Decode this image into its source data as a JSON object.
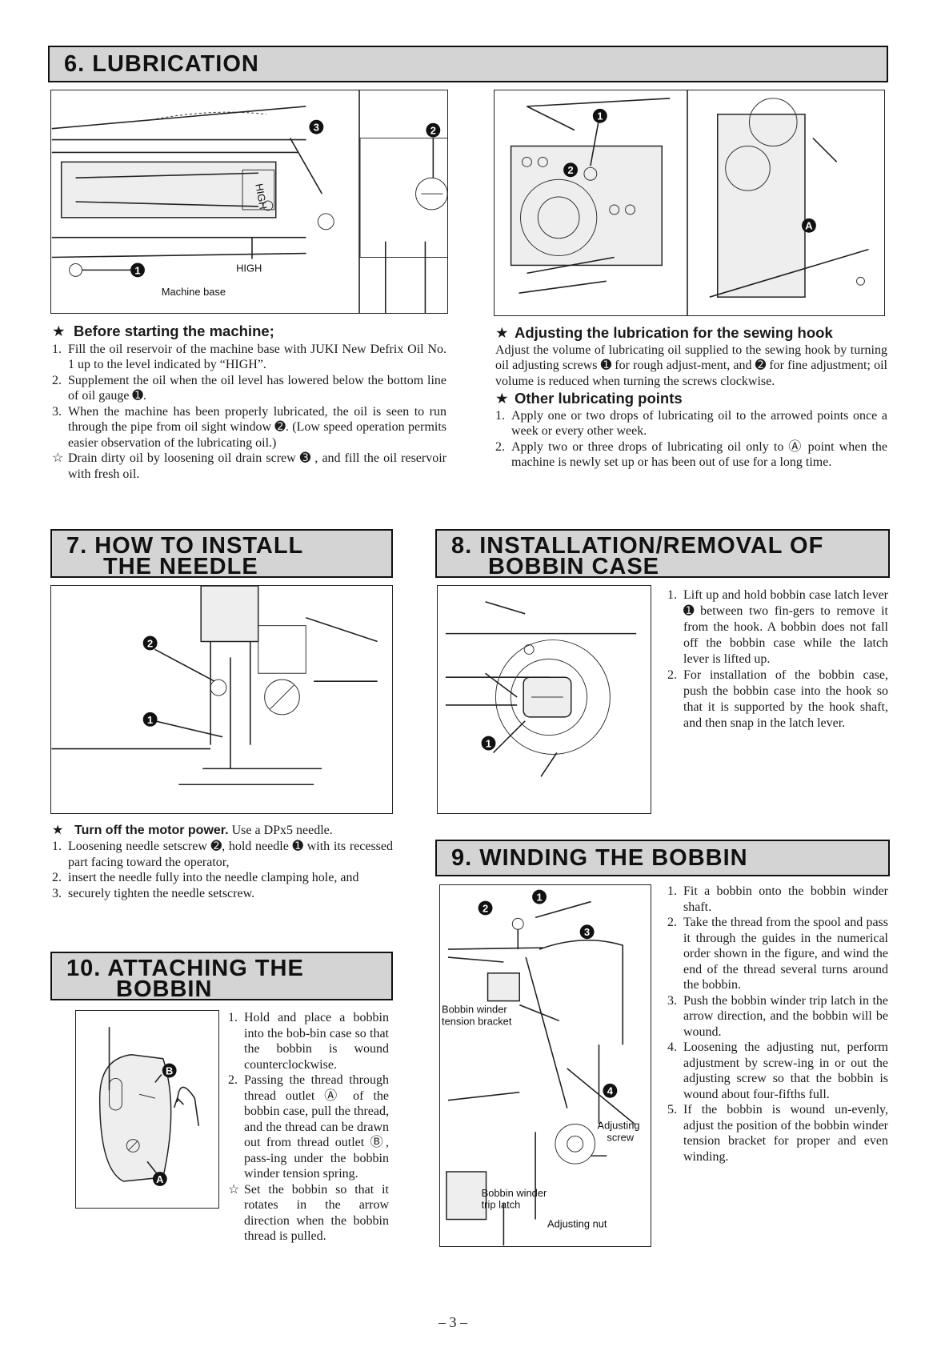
{
  "s6": {
    "title": "6. LUBRICATION",
    "fig_labels": {
      "high": "HIGH",
      "machine_base": "Machine base"
    },
    "before": {
      "heading": "Before starting the machine;",
      "items": [
        {
          "n": "1.",
          "text": "Fill the oil reservoir of the machine base with JUKI New Defrix Oil No. 1 up to the level indicated by “HIGH”."
        },
        {
          "n": "2.",
          "text": "Supplement the oil when the oil level has lowered below the bottom line of oil gauge ➊."
        },
        {
          "n": "3.",
          "text": "When the machine has been properly lubricated, the oil is seen to run through the pipe from oil sight window ➋. (Low speed operation permits easier observation of the lubricating oil.)"
        },
        {
          "n": "☆",
          "text": "Drain dirty oil by loosening oil drain screw ➌ , and fill the oil reservoir with fresh oil."
        }
      ]
    },
    "hook": {
      "heading": "Adjusting the lubrication for the sewing hook",
      "text": "Adjust the volume of lubricating oil supplied to the sewing hook by turning oil adjusting screws ➊ for rough adjust-ment, and ➋ for fine adjustment; oil volume is reduced when turning the screws clockwise."
    },
    "other": {
      "heading": "Other lubricating points",
      "items": [
        {
          "n": "1.",
          "text": "Apply one or two drops of lubricating oil to the arrowed points once a week or every other week."
        },
        {
          "n": "2.",
          "text": "Apply two or three drops of lubricating oil only to Ⓐ point when the machine is newly set up or has been out of use for a long time."
        }
      ]
    }
  },
  "s7": {
    "title_line1": "7. HOW TO INSTALL",
    "title_line2": "THE NEEDLE",
    "heading": "Turn off the motor power.",
    "heading_rest": "Use a DPx5 needle.",
    "items": [
      {
        "n": "1.",
        "text": "Loosening needle setscrew ➋, hold needle ➊ with its recessed part facing toward the operator,"
      },
      {
        "n": "2.",
        "text": "insert the needle fully into the needle clamping hole, and"
      },
      {
        "n": "3.",
        "text": "securely tighten the needle setscrew."
      }
    ]
  },
  "s8": {
    "title_line1": "8. INSTALLATION/REMOVAL OF",
    "title_line2": "BOBBIN CASE",
    "items": [
      {
        "n": "1.",
        "text": "Lift up and hold bobbin case latch lever ➊ between two fin-gers to remove it from the hook. A bobbin does not fall off the bobbin case while the latch lever is lifted up."
      },
      {
        "n": "2.",
        "text": "For installation of the bobbin case, push the bobbin case into the hook so that it is supported by the hook shaft, and then snap in the latch lever."
      }
    ]
  },
  "s9": {
    "title": "9. WINDING THE BOBBIN",
    "fig_labels": {
      "tension_bracket_1": "Bobbin winder",
      "tension_bracket_2": "tension bracket",
      "adjusting_screw_1": "Adjusting",
      "adjusting_screw_2": "screw",
      "trip_latch_1": "Bobbin winder",
      "trip_latch_2": "trip latch",
      "adjusting_nut": "Adjusting nut"
    },
    "items": [
      {
        "n": "1.",
        "text": "Fit a bobbin onto the bobbin winder shaft."
      },
      {
        "n": "2.",
        "text": "Take the thread from the spool and pass it through the guides in the numerical order shown in the figure, and wind the end of the thread several turns around the bobbin."
      },
      {
        "n": "3.",
        "text": "Push the bobbin winder trip latch in the arrow direction, and the bobbin will be wound."
      },
      {
        "n": "4.",
        "text": "Loosening the adjusting nut, perform adjustment by screw-ing in or out the adjusting screw so that the bobbin is wound about four-fifths full."
      },
      {
        "n": "5.",
        "text": "If the bobbin is wound un-evenly, adjust the position of the bobbin winder tension bracket for proper and even winding."
      }
    ]
  },
  "s10": {
    "title_line1": "10. ATTACHING THE",
    "title_line2": "BOBBIN",
    "items": [
      {
        "n": "1.",
        "text": "Hold and place a bobbin into the bob-bin case so that the bobbin is wound counterclockwise."
      },
      {
        "n": "2.",
        "text": "Passing the thread through thread outlet Ⓐ of the bobbin case, pull the thread, and the thread can be drawn out from thread outlet Ⓑ, pass-ing under the bobbin winder tension spring."
      },
      {
        "n": "☆",
        "text": "Set the bobbin so that it rotates in the arrow direction when the bobbin thread is pulled."
      }
    ]
  },
  "markers": {
    "m1": "1",
    "m2": "2",
    "m3": "3",
    "m4": "4",
    "mA": "A",
    "mB": "B"
  },
  "page_number": "– 3 –"
}
